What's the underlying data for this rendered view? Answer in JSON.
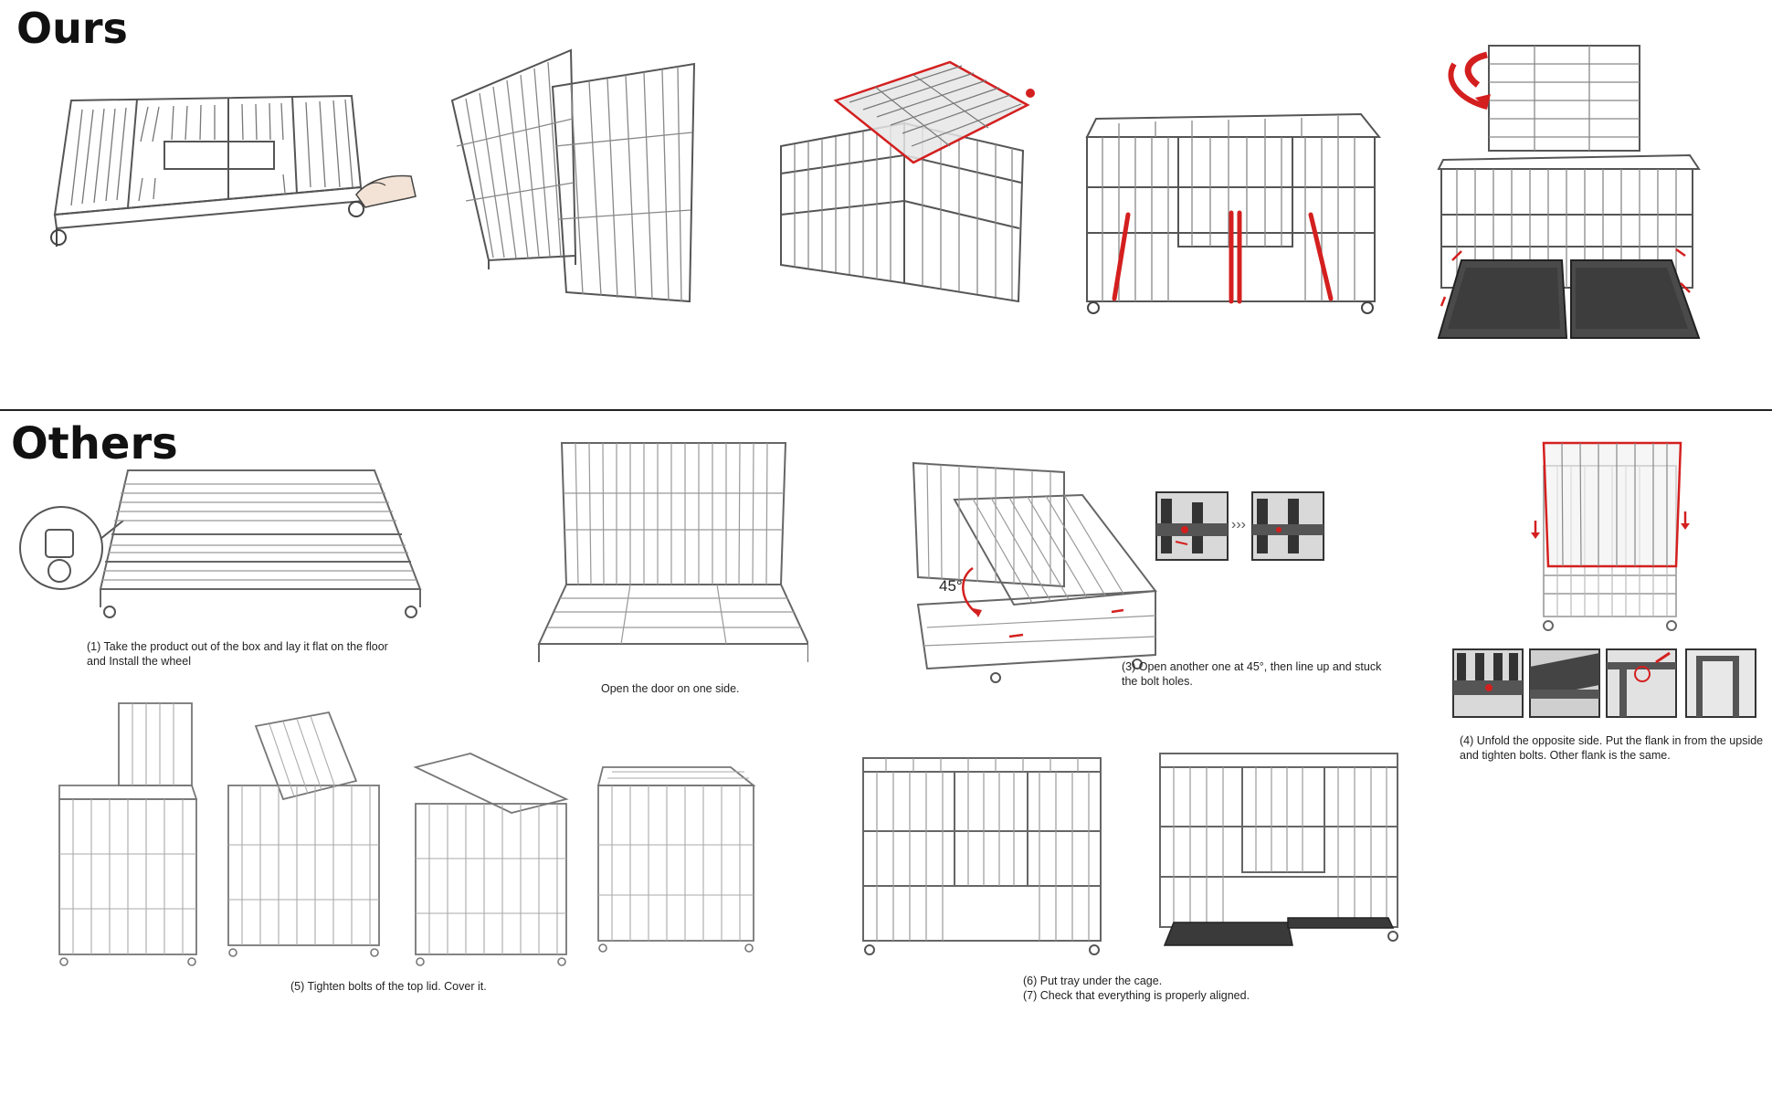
{
  "sections": {
    "ours": {
      "title": "Ours"
    },
    "others": {
      "title": "Others"
    }
  },
  "others_annotations": {
    "angle_label": "45°"
  },
  "captions": {
    "step1": "(1) Take the product out of the box and lay it flat on the floor\n      and Install the wheel",
    "step2": "Open the door on one side.",
    "step3": "(3) Open another one at 45°, then line up and stuck\n      the bolt holes.",
    "step4": "(4) Unfold the opposite side. Put the flank in from the upside\n      and tighten bolts. Other flank is the same.",
    "step5": "(5) Tighten bolts of the top lid. Cover it.",
    "step67": "(6) Put tray under the cage.\n(7) Check that everything is properly aligned."
  },
  "colors": {
    "line": "#555555",
    "light_line": "#8a8a8a",
    "accent_red": "#d41f1f",
    "tray_dark": "#3a3a3a"
  }
}
